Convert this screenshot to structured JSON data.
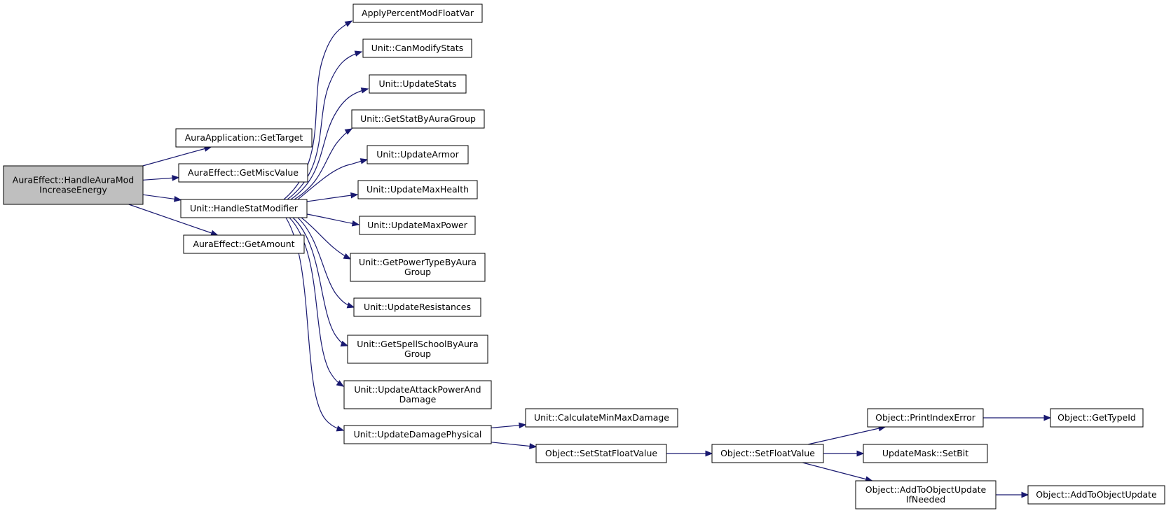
{
  "diagram": {
    "colors": {
      "edge": "#191970",
      "root_fill": "#bfbfbf",
      "node_fill": "#ffffff",
      "border": "#000000"
    },
    "nodes": [
      {
        "id": "root",
        "lines": [
          "AuraEffect::HandleAuraMod",
          "IncreaseEnergy"
        ],
        "highlighted": true
      },
      {
        "id": "getTarget",
        "lines": [
          "AuraApplication::GetTarget"
        ]
      },
      {
        "id": "getMiscValue",
        "lines": [
          "AuraEffect::GetMiscValue"
        ]
      },
      {
        "id": "handleStatModifier",
        "lines": [
          "Unit::HandleStatModifier"
        ]
      },
      {
        "id": "getAmount",
        "lines": [
          "AuraEffect::GetAmount"
        ]
      },
      {
        "id": "applyPercent",
        "lines": [
          "ApplyPercentModFloatVar"
        ]
      },
      {
        "id": "canModifyStats",
        "lines": [
          "Unit::CanModifyStats"
        ]
      },
      {
        "id": "updateStats",
        "lines": [
          "Unit::UpdateStats"
        ]
      },
      {
        "id": "getStatByAuraGroup",
        "lines": [
          "Unit::GetStatByAuraGroup"
        ]
      },
      {
        "id": "updateArmor",
        "lines": [
          "Unit::UpdateArmor"
        ]
      },
      {
        "id": "updateMaxHealth",
        "lines": [
          "Unit::UpdateMaxHealth"
        ]
      },
      {
        "id": "updateMaxPower",
        "lines": [
          "Unit::UpdateMaxPower"
        ]
      },
      {
        "id": "getPowerTypeByAuraGroup",
        "lines": [
          "Unit::GetPowerTypeByAura",
          "Group"
        ]
      },
      {
        "id": "updateResistances",
        "lines": [
          "Unit::UpdateResistances"
        ]
      },
      {
        "id": "getSpellSchoolByAuraGroup",
        "lines": [
          "Unit::GetSpellSchoolByAura",
          "Group"
        ]
      },
      {
        "id": "updateAttackPower",
        "lines": [
          "Unit::UpdateAttackPowerAnd",
          "Damage"
        ]
      },
      {
        "id": "updateDamagePhysical",
        "lines": [
          "Unit::UpdateDamagePhysical"
        ]
      },
      {
        "id": "calculateMinMaxDamage",
        "lines": [
          "Unit::CalculateMinMaxDamage"
        ]
      },
      {
        "id": "setStatFloatValue",
        "lines": [
          "Object::SetStatFloatValue"
        ]
      },
      {
        "id": "setFloatValue",
        "lines": [
          "Object::SetFloatValue"
        ]
      },
      {
        "id": "printIndexError",
        "lines": [
          "Object::PrintIndexError"
        ]
      },
      {
        "id": "getTypeId",
        "lines": [
          "Object::GetTypeId"
        ]
      },
      {
        "id": "setBit",
        "lines": [
          "UpdateMask::SetBit"
        ]
      },
      {
        "id": "addToObjectUpdateIfNeeded",
        "lines": [
          "Object::AddToObjectUpdate",
          "IfNeeded"
        ]
      },
      {
        "id": "addToObjectUpdate",
        "lines": [
          "Object::AddToObjectUpdate"
        ]
      }
    ],
    "edges": [
      [
        "root",
        "getTarget"
      ],
      [
        "root",
        "getMiscValue"
      ],
      [
        "root",
        "handleStatModifier"
      ],
      [
        "root",
        "getAmount"
      ],
      [
        "handleStatModifier",
        "applyPercent"
      ],
      [
        "handleStatModifier",
        "canModifyStats"
      ],
      [
        "handleStatModifier",
        "updateStats"
      ],
      [
        "handleStatModifier",
        "getStatByAuraGroup"
      ],
      [
        "handleStatModifier",
        "updateArmor"
      ],
      [
        "handleStatModifier",
        "updateMaxHealth"
      ],
      [
        "handleStatModifier",
        "updateMaxPower"
      ],
      [
        "handleStatModifier",
        "getPowerTypeByAuraGroup"
      ],
      [
        "handleStatModifier",
        "updateResistances"
      ],
      [
        "handleStatModifier",
        "getSpellSchoolByAuraGroup"
      ],
      [
        "handleStatModifier",
        "updateAttackPower"
      ],
      [
        "handleStatModifier",
        "updateDamagePhysical"
      ],
      [
        "updateDamagePhysical",
        "calculateMinMaxDamage"
      ],
      [
        "updateDamagePhysical",
        "setStatFloatValue"
      ],
      [
        "setStatFloatValue",
        "setFloatValue"
      ],
      [
        "setFloatValue",
        "printIndexError"
      ],
      [
        "setFloatValue",
        "setBit"
      ],
      [
        "setFloatValue",
        "addToObjectUpdateIfNeeded"
      ],
      [
        "printIndexError",
        "getTypeId"
      ],
      [
        "addToObjectUpdateIfNeeded",
        "addToObjectUpdate"
      ]
    ]
  }
}
